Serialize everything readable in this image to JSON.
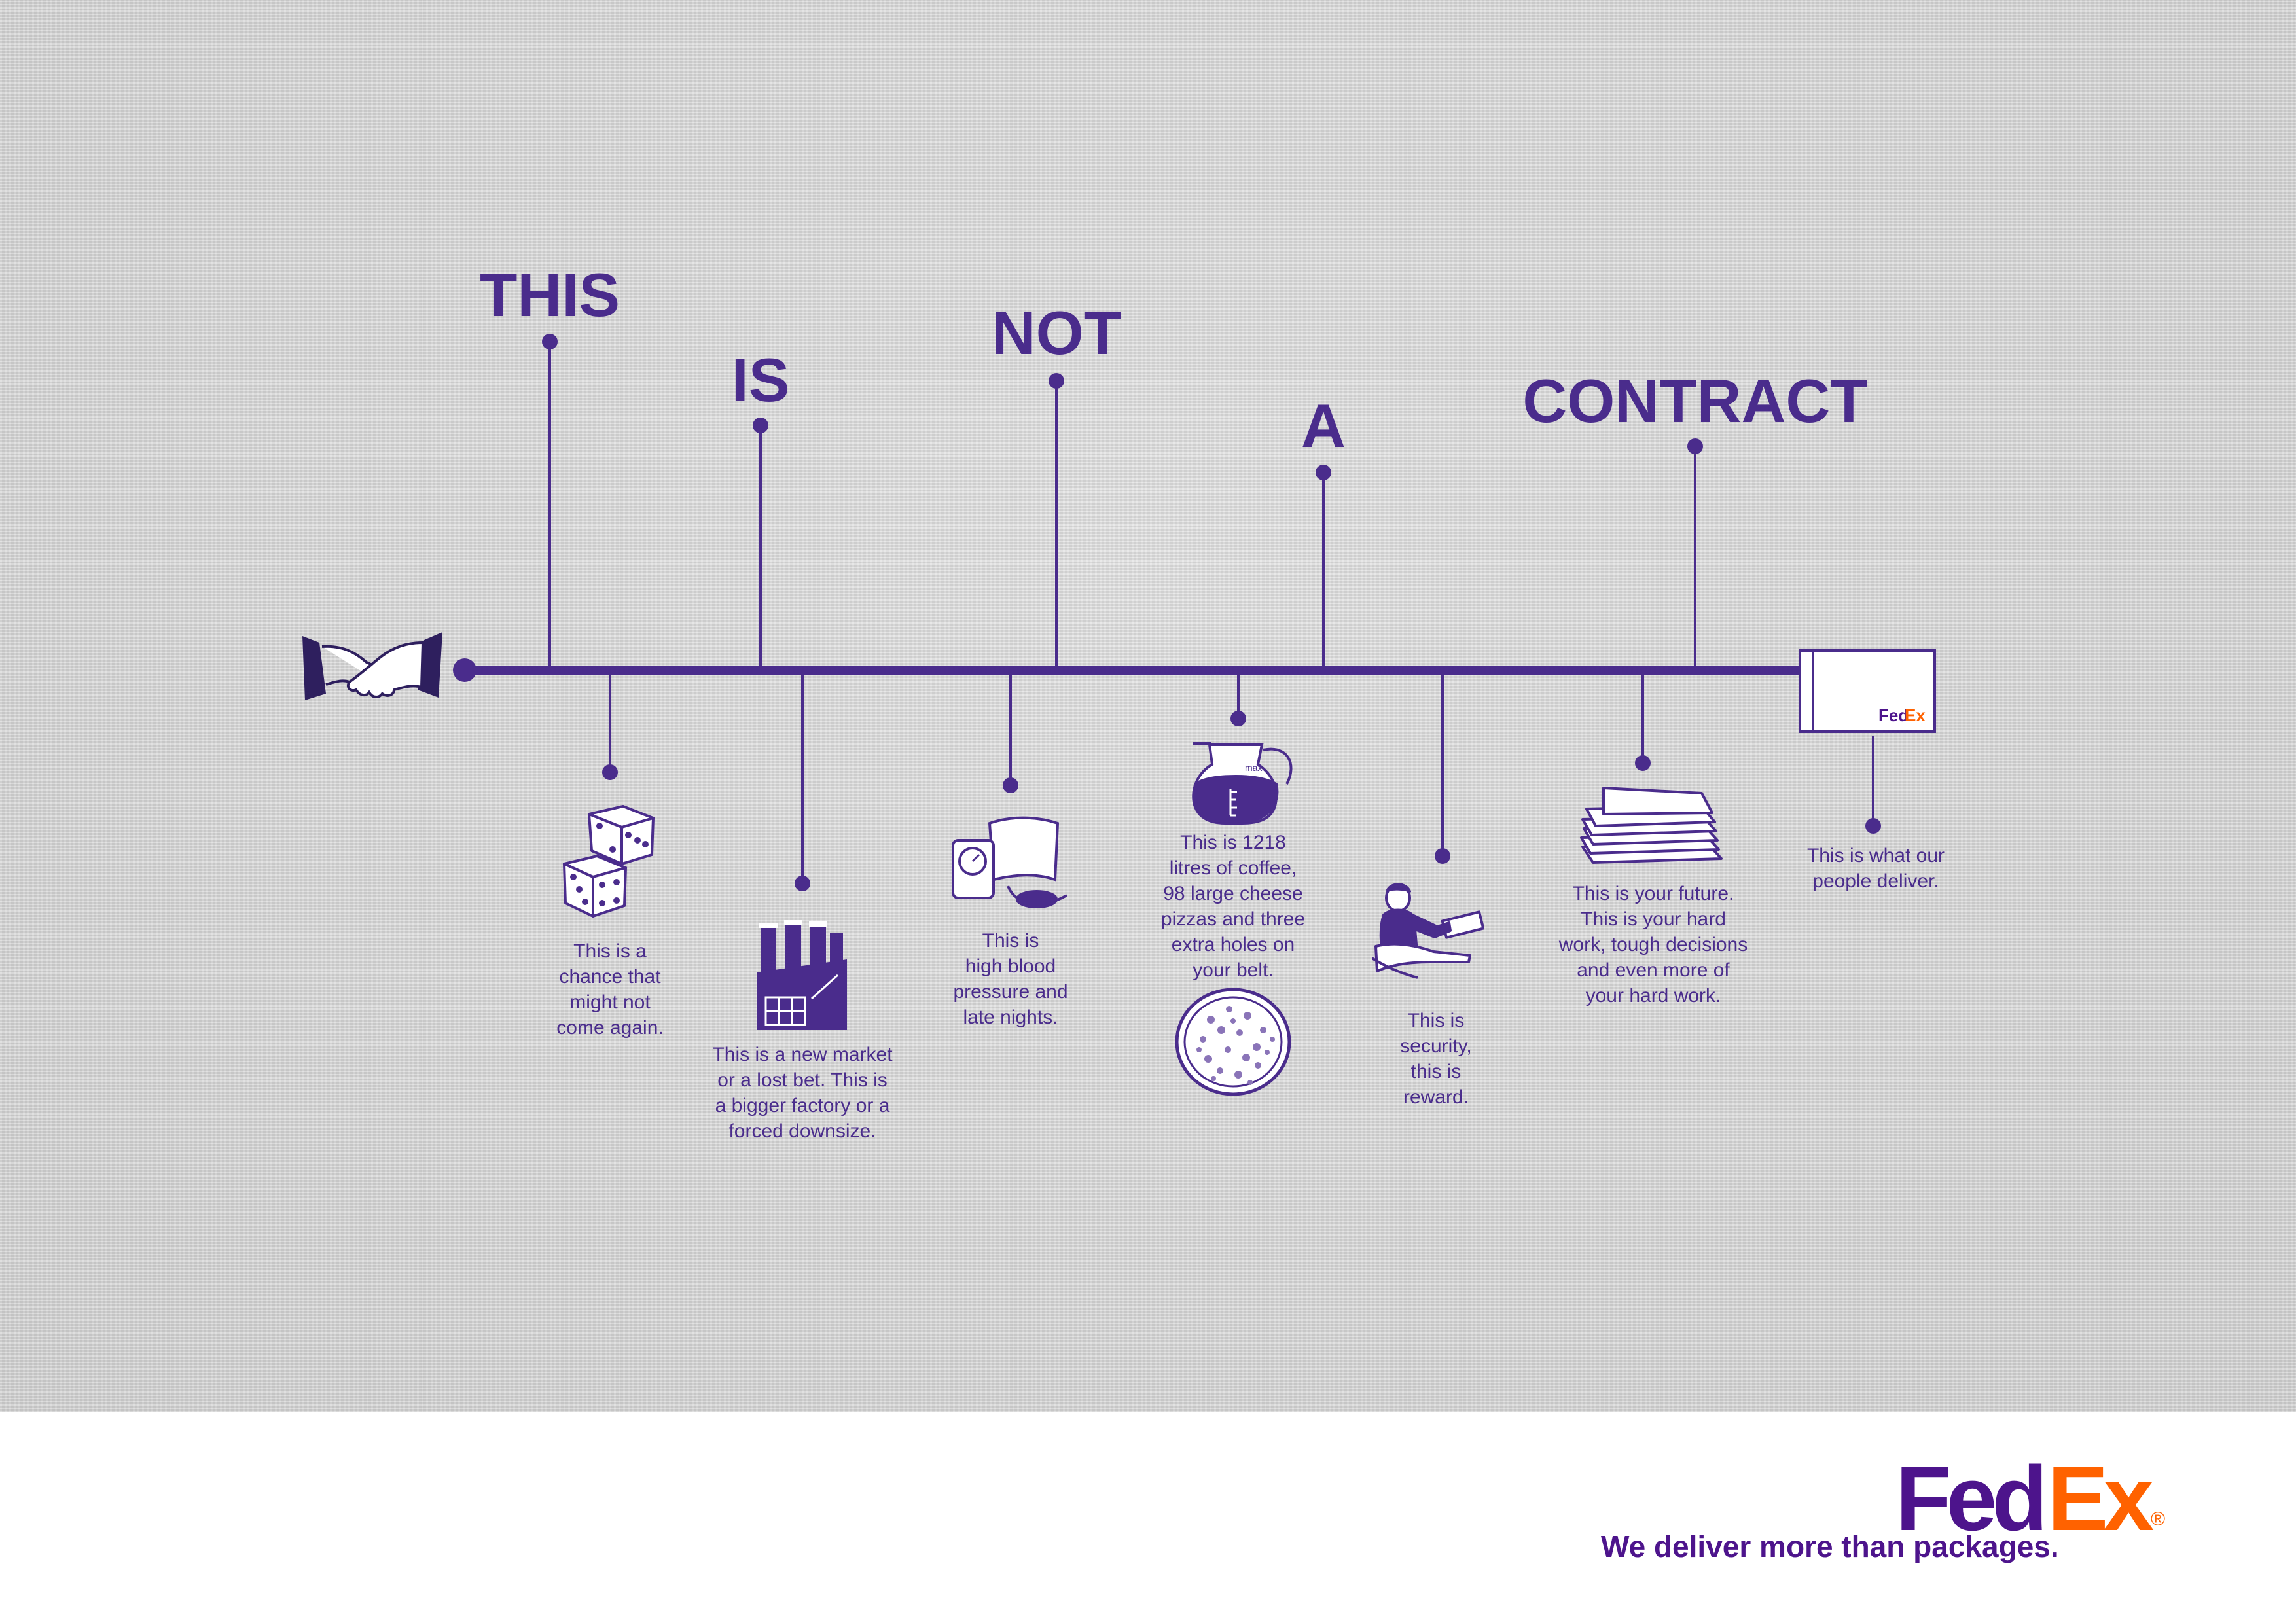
{
  "colors": {
    "accent": "#4a2c8c",
    "fedex_purple": "#4d148c",
    "fedex_orange": "#ff6200",
    "paper": "#d9d9d9"
  },
  "headline": {
    "w1": "THIS",
    "w2": "IS",
    "w3": "NOT",
    "w4": "A",
    "w5": "CONTRACT"
  },
  "timeline": {
    "start_icon": "handshake-icon",
    "end_icon": "fedex-box-icon",
    "box_label_fed": "Fed",
    "box_label_ex": "Ex",
    "items": [
      {
        "icon": "dice-icon",
        "caption": "This is a\nchance that\nmight not\ncome again."
      },
      {
        "icon": "factory-icon",
        "caption": "This is a new market\nor a lost bet. This is\na bigger factory or a\nforced downsize."
      },
      {
        "icon": "blood-pressure-monitor-icon",
        "caption": "This is\nhigh blood\npressure and\nlate nights."
      },
      {
        "icon": "coffee-pot-icon",
        "caption": "This is 1218\nlitres of coffee,\n98 large cheese\npizzas and three\nextra holes on\nyour belt.",
        "coffee_mark": "max"
      },
      {
        "icon": "pizza-icon",
        "caption": ""
      },
      {
        "icon": "man-with-check-icon",
        "caption": "This is\nsecurity,\nthis is\nreward."
      },
      {
        "icon": "paper-stack-icon",
        "caption": "This is your future.\nThis is your hard\nwork, tough decisions\nand even more of\nyour hard work."
      },
      {
        "icon": "fedex-box-icon",
        "caption": "This is what our\npeople deliver."
      }
    ]
  },
  "footer": {
    "logo_fed": "Fed",
    "logo_ex": "Ex",
    "registered": "®",
    "tagline": "We deliver more than packages."
  }
}
